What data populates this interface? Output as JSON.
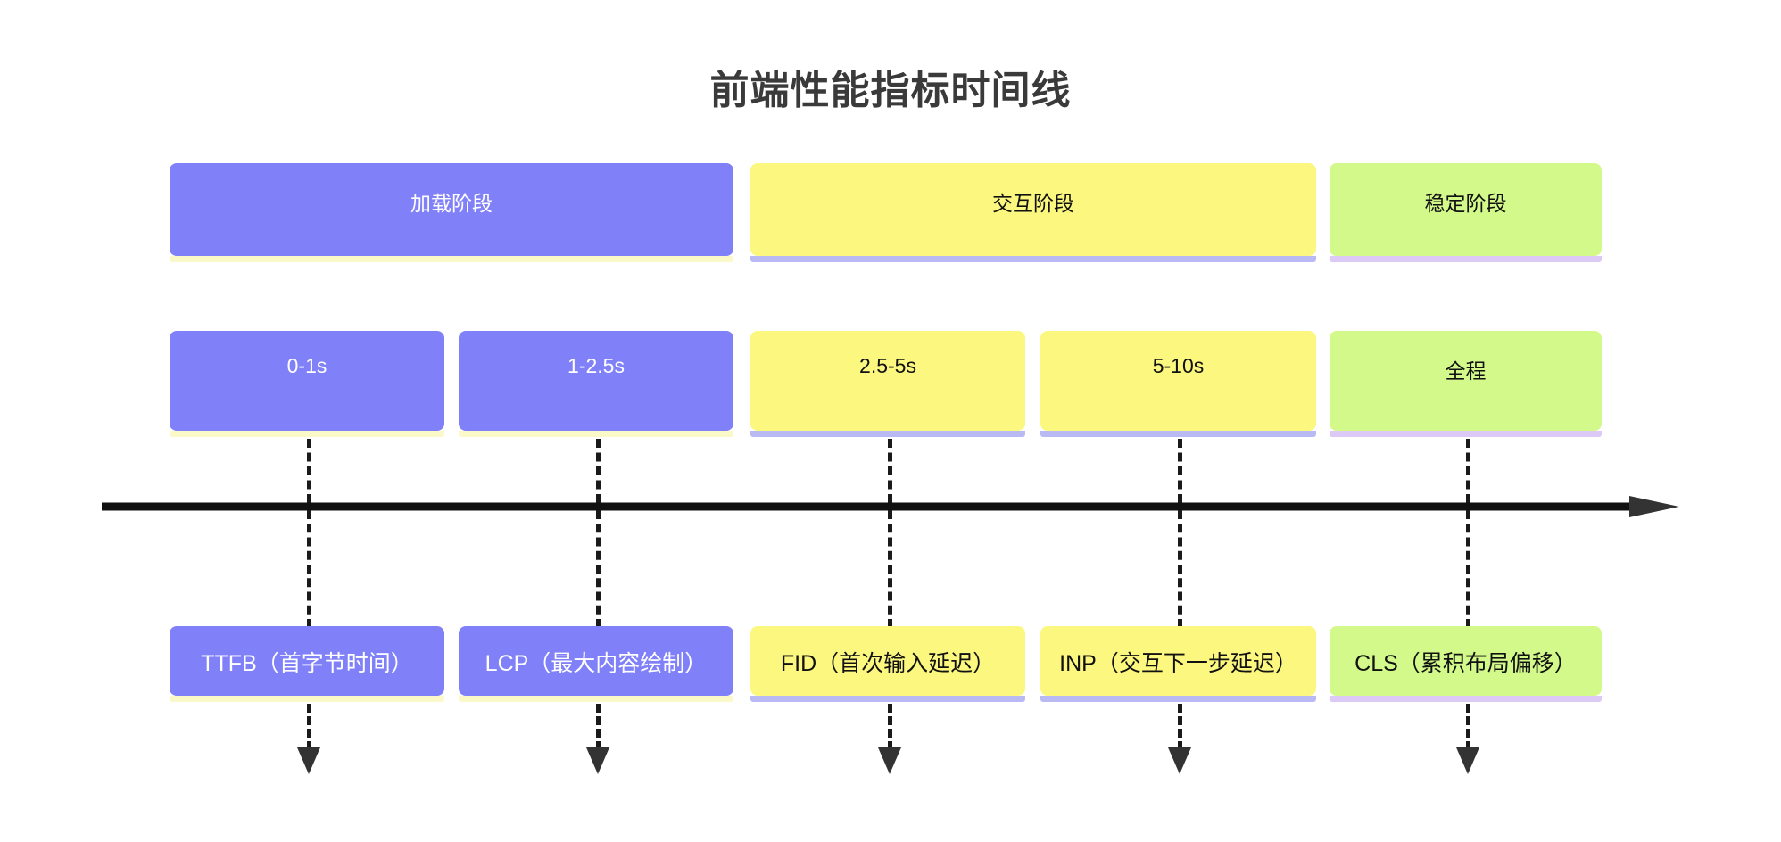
{
  "title": "前端性能指标时间线",
  "colors": {
    "purple": "#8080f8",
    "yellow": "#fbf77f",
    "green": "#d2f98a",
    "purple_strip": "#b9b9f4",
    "yellow_strip": "#fbf9c8",
    "green_strip": "#ddc9f5",
    "axis": "#111111",
    "title_text": "#3a3a3a"
  },
  "timeline": {
    "axis_name": "timeline-axis",
    "direction": "left-to-right",
    "arrow": "right-arrowhead"
  },
  "phases": [
    {
      "label": "加载阶段",
      "color": "purple"
    },
    {
      "label": "交互阶段",
      "color": "yellow"
    },
    {
      "label": "稳定阶段",
      "color": "green"
    }
  ],
  "times": [
    {
      "label": "0-1s",
      "color": "purple"
    },
    {
      "label": "1-2.5s",
      "color": "purple"
    },
    {
      "label": "2.5-5s",
      "color": "yellow"
    },
    {
      "label": "5-10s",
      "color": "yellow"
    },
    {
      "label": "全程",
      "color": "green"
    }
  ],
  "metrics": [
    {
      "label": "TTFB（首字节时间）",
      "color": "purple"
    },
    {
      "label": "LCP（最大内容绘制）",
      "color": "purple"
    },
    {
      "label": "FID（首次输入延迟）",
      "color": "yellow"
    },
    {
      "label": "INP（交互下一步延迟）",
      "color": "yellow"
    },
    {
      "label": "CLS（累积布局偏移）",
      "color": "green"
    }
  ]
}
